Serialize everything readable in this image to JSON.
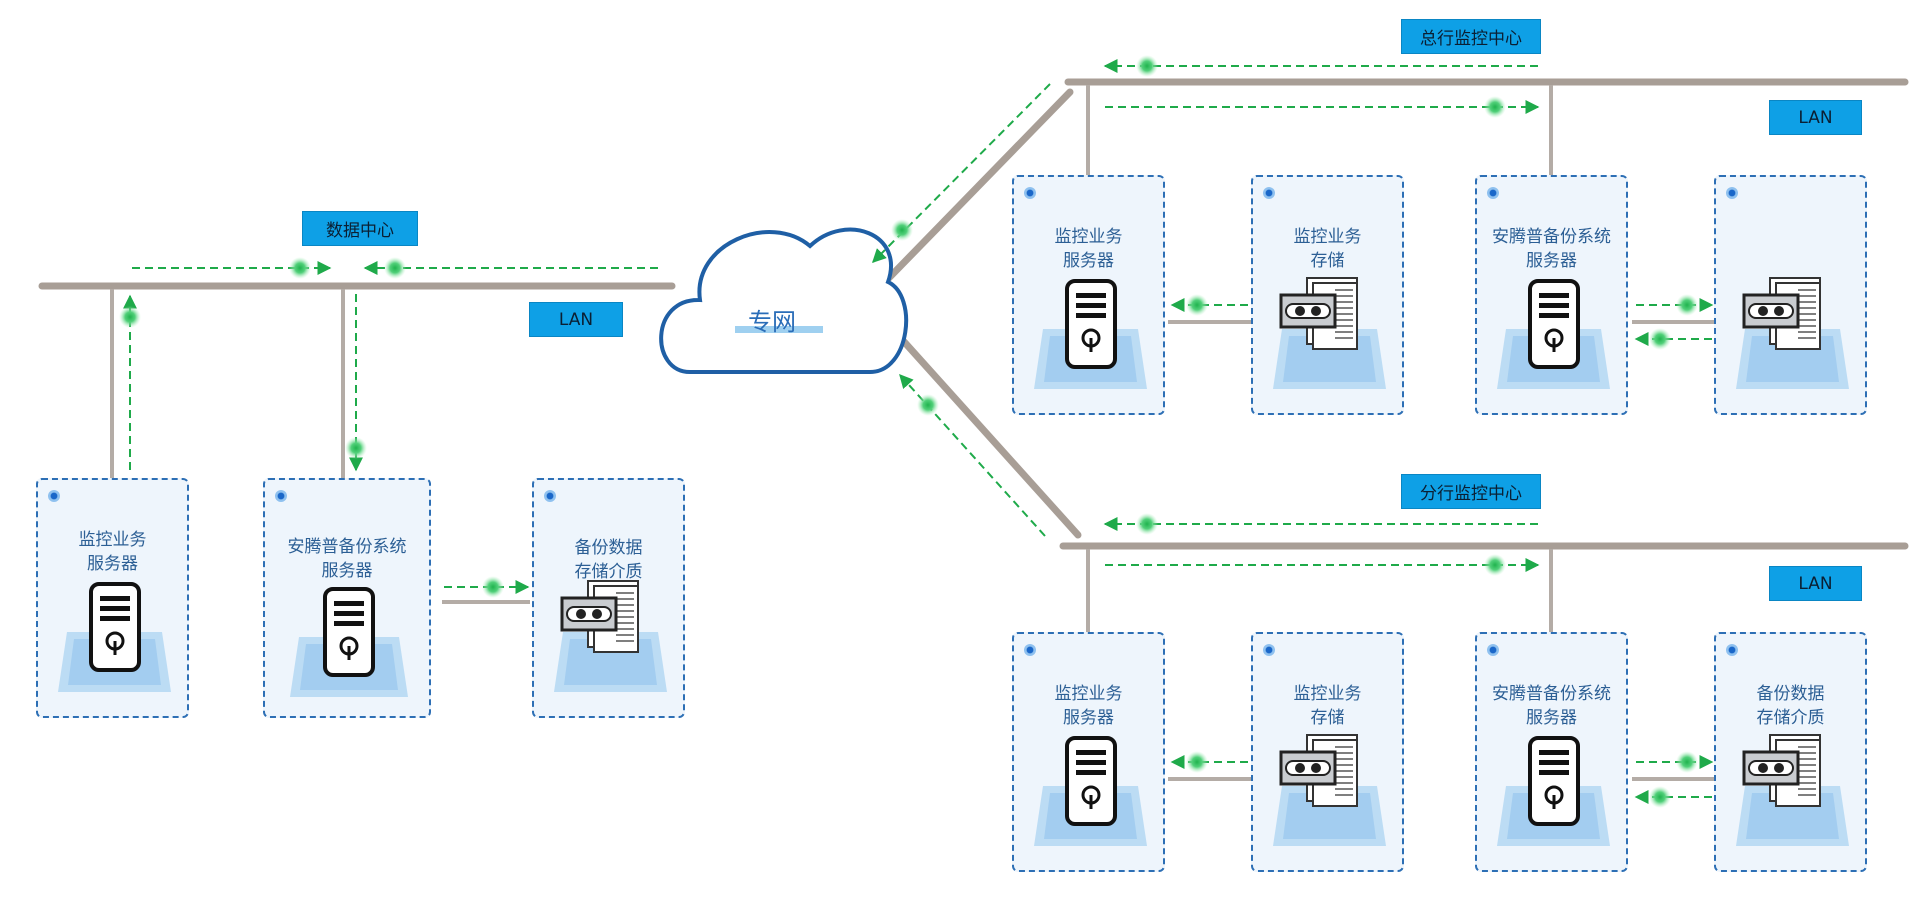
{
  "cloud": {
    "label": "专网"
  },
  "tags": {
    "data_center": "数据中心",
    "hq": "总行监控中心",
    "branch": "分行监控中心",
    "lan": "LAN"
  },
  "nodes": {
    "dc_server": {
      "line1": "监控业务",
      "line2": "服务器",
      "icon": "server-icon"
    },
    "dc_backup_server": {
      "line1": "安腾普备份系统",
      "line2": "服务器",
      "icon": "server-icon"
    },
    "dc_backup_storage": {
      "line1": "备份数据",
      "line2": "存储介质",
      "icon": "storage-icon"
    },
    "hq_server": {
      "line1": "监控业务",
      "line2": "服务器",
      "icon": "server-icon"
    },
    "hq_storage": {
      "line1": "监控业务",
      "line2": "存储",
      "icon": "storage-icon"
    },
    "hq_backup_server": {
      "line1": "安腾普备份系统",
      "line2": "服务器",
      "icon": "server-icon"
    },
    "hq_backup_storage": {
      "line1": "",
      "line2": "",
      "icon": "storage-icon"
    },
    "br_server": {
      "line1": "监控业务",
      "line2": "服务器",
      "icon": "server-icon"
    },
    "br_storage": {
      "line1": "监控业务",
      "line2": "存储",
      "icon": "storage-icon"
    },
    "br_backup_server": {
      "line1": "安腾普备份系统",
      "line2": "服务器",
      "icon": "server-icon"
    },
    "br_backup_storage": {
      "line1": "备份数据",
      "line2": "存储介质",
      "icon": "storage-icon"
    }
  },
  "colors": {
    "node_border": "#2d6fb5",
    "tag_fill": "#0ea0e6",
    "flow_arrow": "#1faa4a",
    "bus_line": "#a89e96"
  }
}
